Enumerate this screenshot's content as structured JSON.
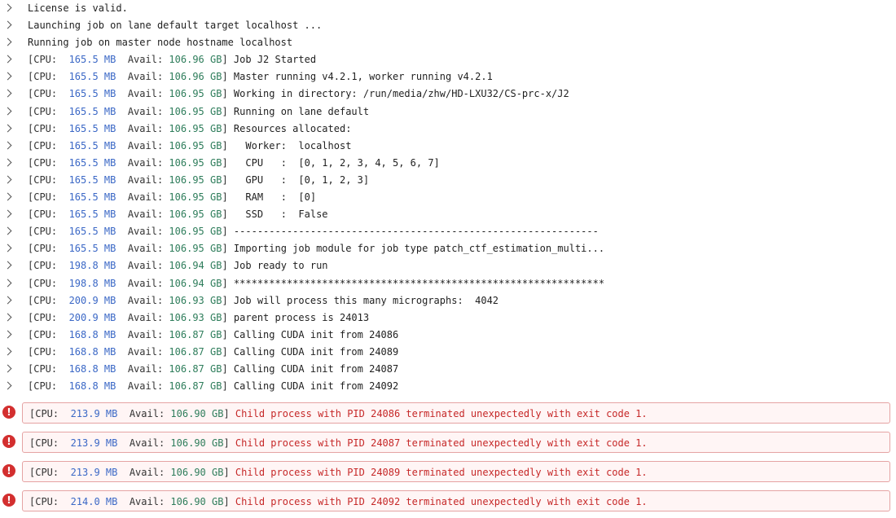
{
  "log": {
    "plain_lines": [
      "License is valid.",
      "Launching job on lane default target localhost ...",
      "Running job on master node hostname localhost"
    ],
    "cpu_label": "[CPU:",
    "avail_label": "Avail:",
    "lines": [
      {
        "cpu": "165.5 MB",
        "avail": "106.96 GB",
        "msg": "Job J2 Started"
      },
      {
        "cpu": "165.5 MB",
        "avail": "106.96 GB",
        "msg": "Master running v4.2.1, worker running v4.2.1"
      },
      {
        "cpu": "165.5 MB",
        "avail": "106.95 GB",
        "msg": "Working in directory: /run/media/zhw/HD-LXU32/CS-prc-x/J2"
      },
      {
        "cpu": "165.5 MB",
        "avail": "106.95 GB",
        "msg": "Running on lane default"
      },
      {
        "cpu": "165.5 MB",
        "avail": "106.95 GB",
        "msg": "Resources allocated:"
      },
      {
        "cpu": "165.5 MB",
        "avail": "106.95 GB",
        "msg": "  Worker:  localhost"
      },
      {
        "cpu": "165.5 MB",
        "avail": "106.95 GB",
        "msg": "  CPU   :  [0, 1, 2, 3, 4, 5, 6, 7]"
      },
      {
        "cpu": "165.5 MB",
        "avail": "106.95 GB",
        "msg": "  GPU   :  [0, 1, 2, 3]"
      },
      {
        "cpu": "165.5 MB",
        "avail": "106.95 GB",
        "msg": "  RAM   :  [0]"
      },
      {
        "cpu": "165.5 MB",
        "avail": "106.95 GB",
        "msg": "  SSD   :  False"
      },
      {
        "cpu": "165.5 MB",
        "avail": "106.95 GB",
        "msg": "--------------------------------------------------------------"
      },
      {
        "cpu": "165.5 MB",
        "avail": "106.95 GB",
        "msg": "Importing job module for job type patch_ctf_estimation_multi..."
      },
      {
        "cpu": "198.8 MB",
        "avail": "106.94 GB",
        "msg": "Job ready to run"
      },
      {
        "cpu": "198.8 MB",
        "avail": "106.94 GB",
        "msg": "***************************************************************"
      },
      {
        "cpu": "200.9 MB",
        "avail": "106.93 GB",
        "msg": "Job will process this many micrographs:  4042"
      },
      {
        "cpu": "200.9 MB",
        "avail": "106.93 GB",
        "msg": "parent process is 24013"
      },
      {
        "cpu": "168.8 MB",
        "avail": "106.87 GB",
        "msg": "Calling CUDA init from 24086"
      },
      {
        "cpu": "168.8 MB",
        "avail": "106.87 GB",
        "msg": "Calling CUDA init from 24089"
      },
      {
        "cpu": "168.8 MB",
        "avail": "106.87 GB",
        "msg": "Calling CUDA init from 24087"
      },
      {
        "cpu": "168.8 MB",
        "avail": "106.87 GB",
        "msg": "Calling CUDA init from 24092"
      }
    ],
    "errors": [
      {
        "cpu": "213.9 MB",
        "avail": "106.90 GB",
        "msg": "Child process with PID 24086 terminated unexpectedly with exit code 1."
      },
      {
        "cpu": "213.9 MB",
        "avail": "106.90 GB",
        "msg": "Child process with PID 24087 terminated unexpectedly with exit code 1."
      },
      {
        "cpu": "213.9 MB",
        "avail": "106.90 GB",
        "msg": "Child process with PID 24089 terminated unexpectedly with exit code 1."
      },
      {
        "cpu": "214.0 MB",
        "avail": "106.90 GB",
        "msg": "Child process with PID 24092 terminated unexpectedly with exit code 1."
      }
    ],
    "error_icon": "!",
    "colors": {
      "cpu": "#3b68c6",
      "avail": "#2e7d5b",
      "error_text": "#c62828",
      "error_icon": "#d32f2f",
      "error_border": "#e5a3a3"
    }
  }
}
